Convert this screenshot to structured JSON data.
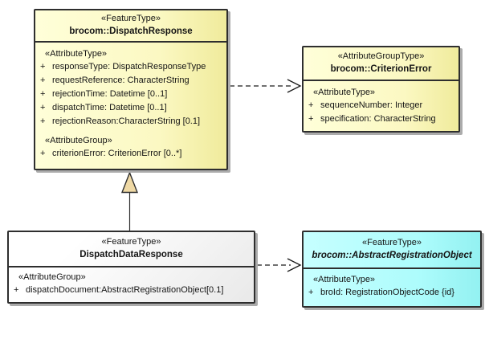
{
  "colors": {
    "box_yellow": "#FBF8C2",
    "box_cyan": "#ADFCFC",
    "box_gray_white": "#F2F2F2",
    "border": "#2E2E2E",
    "shadow": "#ABABAB",
    "generalization_triangle_fill": "#EFD9A5",
    "background": "#FFFFFF"
  },
  "boxes": {
    "dispatchResponse": {
      "stereotype": "«FeatureType»",
      "name": "brocom::DispatchResponse",
      "attrHeading": "«AttributeType»",
      "attrs": [
        {
          "vis": "+",
          "text": "responseType: DispatchResponseType"
        },
        {
          "vis": "+",
          "text": "requestReference: CharacterString"
        },
        {
          "vis": "+",
          "text": "rejectionTime: Datetime [0..1]"
        },
        {
          "vis": "+",
          "text": "dispatchTime: Datetime [0..1]"
        },
        {
          "vis": "+",
          "text": "rejectionReason:CharacterString [0.1]"
        }
      ],
      "groupHeading": "«AttributeGroup»",
      "groupAttrs": [
        {
          "vis": "+",
          "text": "criterionError: CriterionError [0..*]"
        }
      ]
    },
    "criterionError": {
      "stereotype": "«AttributeGroupType»",
      "name": "brocom::CriterionError",
      "attrHeading": "«AttributeType»",
      "attrs": [
        {
          "vis": "+",
          "text": "sequenceNumber: Integer"
        },
        {
          "vis": "+",
          "text": "specification: CharacterString"
        }
      ]
    },
    "dispatchDataResponse": {
      "stereotype": "«FeatureType»",
      "name": "DispatchDataResponse",
      "groupHeading": "«AttributeGroup»",
      "groupAttrs": [
        {
          "vis": "+",
          "text": "dispatchDocument:AbstractRegistrationObject[0.1]"
        }
      ]
    },
    "abstractRegistrationObject": {
      "stereotype": "«FeatureType»",
      "name": "brocom::AbstractRegistrationObject",
      "attrHeading": "«AttributeType»",
      "attrs": [
        {
          "vis": "+",
          "text": "broId: RegistrationObjectCode {id}"
        }
      ]
    }
  }
}
